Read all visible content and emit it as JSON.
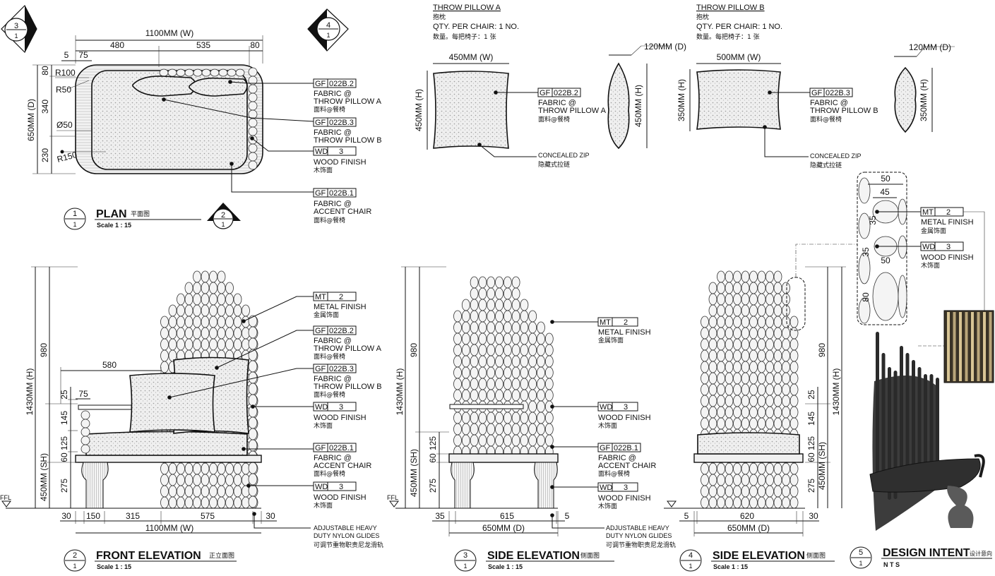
{
  "sheet": {
    "views": {
      "plan": {
        "number": "1",
        "title": "PLAN",
        "title_cn": "平面图",
        "scale": "Scale 1 : 15"
      },
      "front": {
        "number": "2",
        "title": "FRONT  ELEVATION",
        "title_cn": "正立面图",
        "scale": "Scale 1 : 15"
      },
      "side3": {
        "number": "3",
        "title": "SIDE  ELEVATION",
        "title_cn": "侧面图",
        "scale": "Scale 1 : 15"
      },
      "side4": {
        "number": "4",
        "title": "SIDE  ELEVATION",
        "title_cn": "侧面图",
        "scale": "Scale 1 : 15"
      },
      "intent": {
        "number": "5",
        "title": "DESIGN  INTENT",
        "title_cn": "设计意向",
        "scale": "N T S"
      }
    },
    "section_markers": {
      "m3_top": "3",
      "m3_bot": "1",
      "m4_top": "4",
      "m4_bot": "1",
      "m2_top": "2",
      "m2_bot": "1",
      "view_sub": "1"
    },
    "tags": {
      "gf_a": {
        "code": "GF",
        "num": "022B.2",
        "line1": "FABRIC @",
        "line2": "THROW PILLOW A",
        "cn": "面料@餐椅"
      },
      "gf_b": {
        "code": "GF",
        "num": "022B.3",
        "line1": "FABRIC @",
        "line2": "THROW PILLOW B",
        "cn": "面料@餐椅"
      },
      "gf_c": {
        "code": "GF",
        "num": "022B.1",
        "line1": "FABRIC @",
        "line2": "ACCENT CHAIR",
        "cn": "面料@餐椅"
      },
      "wd": {
        "code": "WD",
        "num": "3",
        "line1": "WOOD FINISH",
        "cn": "木饰面"
      },
      "mt": {
        "code": "MT",
        "num": "2",
        "line1": "METAL FINISH",
        "cn": "金属饰面"
      }
    },
    "pillow_a": {
      "title": "THROW PILLOW A",
      "title_cn": "抱枕",
      "qty": "QTY. PER CHAIR: 1 NO.",
      "qty_cn": "数量。每把椅子：1 张",
      "w": "450MM (W)",
      "d": "120MM (D)",
      "h": "450MM (H)"
    },
    "pillow_b": {
      "title": "THROW PILLOW B",
      "title_cn": "抱枕",
      "qty": "QTY. PER CHAIR: 1 NO.",
      "qty_cn": "数量。每把椅子：1 张",
      "w": "500MM (W)",
      "d": "120MM (D)",
      "h": "350MM (H)"
    },
    "zip": {
      "en": "CONCEALED ZIP",
      "cn": "隐藏式拉链"
    },
    "glides": {
      "l1": "ADJUSTABLE HEAVY",
      "l2": "DUTY NYLON GLIDES",
      "cn": "可调节重物职责尼龙滑轨"
    },
    "ffl": "FFL",
    "plan_dims": {
      "overall_w": "1100MM (W)",
      "w1": "480",
      "w2": "535",
      "w3": "80",
      "w0": "5",
      "w0b": "75",
      "overall_d": "650MM (D)",
      "d1": "80",
      "d2": "340",
      "d3": "230",
      "r100": "R100",
      "r50": "R50",
      "dia50": "Ø50",
      "r150": "R150"
    },
    "front_dims": {
      "h_total": "1430MM (H)",
      "h_upper": "980",
      "seat_h": "450MM (SH)",
      "d25": "25",
      "d145": "145",
      "d125": "125",
      "d60": "60",
      "d275": "275",
      "w580": "580",
      "w75": "75",
      "b30a": "30",
      "b150": "150",
      "b315": "315",
      "b575": "575",
      "b30b": "30",
      "overall_w": "1100MM (W)"
    },
    "side3_dims": {
      "h_total": "1430MM (H)",
      "h_upper": "980",
      "seat_h": "450MM (SH)",
      "d125": "125",
      "d60": "60",
      "d275": "275",
      "b35": "35",
      "b615": "615",
      "b5": "5",
      "overall_d": "650MM (D)"
    },
    "side4_dims": {
      "h_total": "1430MM (H)",
      "h_upper": "980",
      "seat_h": "450MM (SH)",
      "d25": "25",
      "d145": "145",
      "d125": "125",
      "d60": "60",
      "d275": "275",
      "b5": "5",
      "b620": "620",
      "b30": "30",
      "overall_d": "650MM (D)"
    },
    "detail_dims": {
      "d50a": "50",
      "d45": "45",
      "d35": "35",
      "d50b": "50",
      "d35b": "35",
      "d80": "80"
    }
  }
}
